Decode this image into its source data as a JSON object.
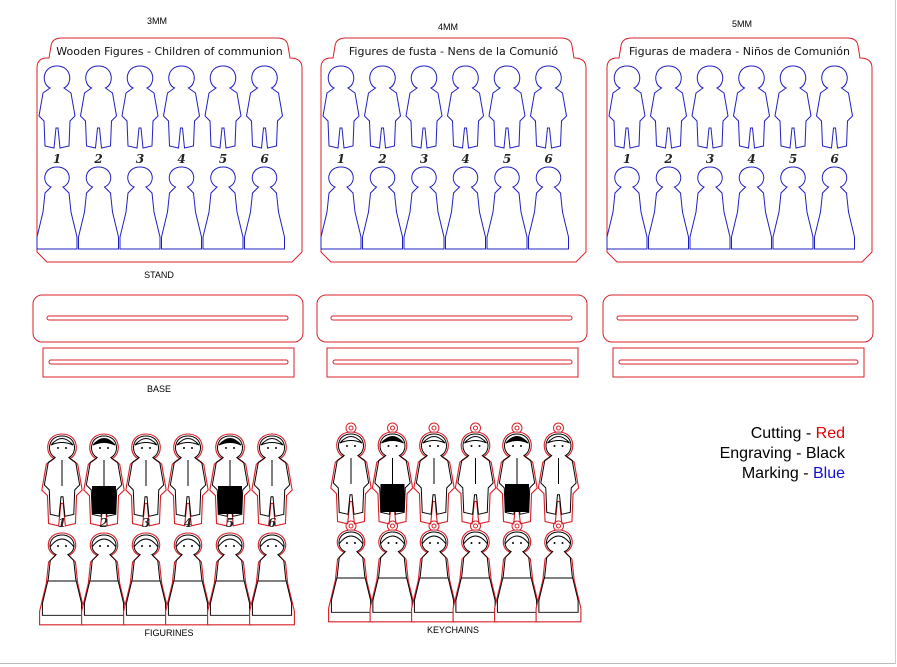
{
  "panels": [
    {
      "thickness": "3MM",
      "title": "Wooden Figures - Children of communion"
    },
    {
      "thickness": "4MM",
      "title": "Figures de fusta -  Nens de la Comunió"
    },
    {
      "thickness": "5MM",
      "title": "Figuras de madera - Niños de Comunión"
    }
  ],
  "numbers": [
    "1",
    "2",
    "3",
    "4",
    "5",
    "6"
  ],
  "labels": {
    "stand": "STAND",
    "base": "BASE",
    "figurines": "FIGURINES",
    "keychains": "KEYCHAINS"
  },
  "legend": [
    {
      "label": "Cutting - ",
      "color_name": "Red",
      "color": "#e00000"
    },
    {
      "label": "Engraving - ",
      "color_name": "Black",
      "color": "#000000"
    },
    {
      "label": "Marking - ",
      "color_name": "Blue",
      "color": "#1010d0"
    }
  ],
  "colors": {
    "cut": "#d9202a",
    "mark": "#2020c0",
    "engrave": "#000000"
  }
}
